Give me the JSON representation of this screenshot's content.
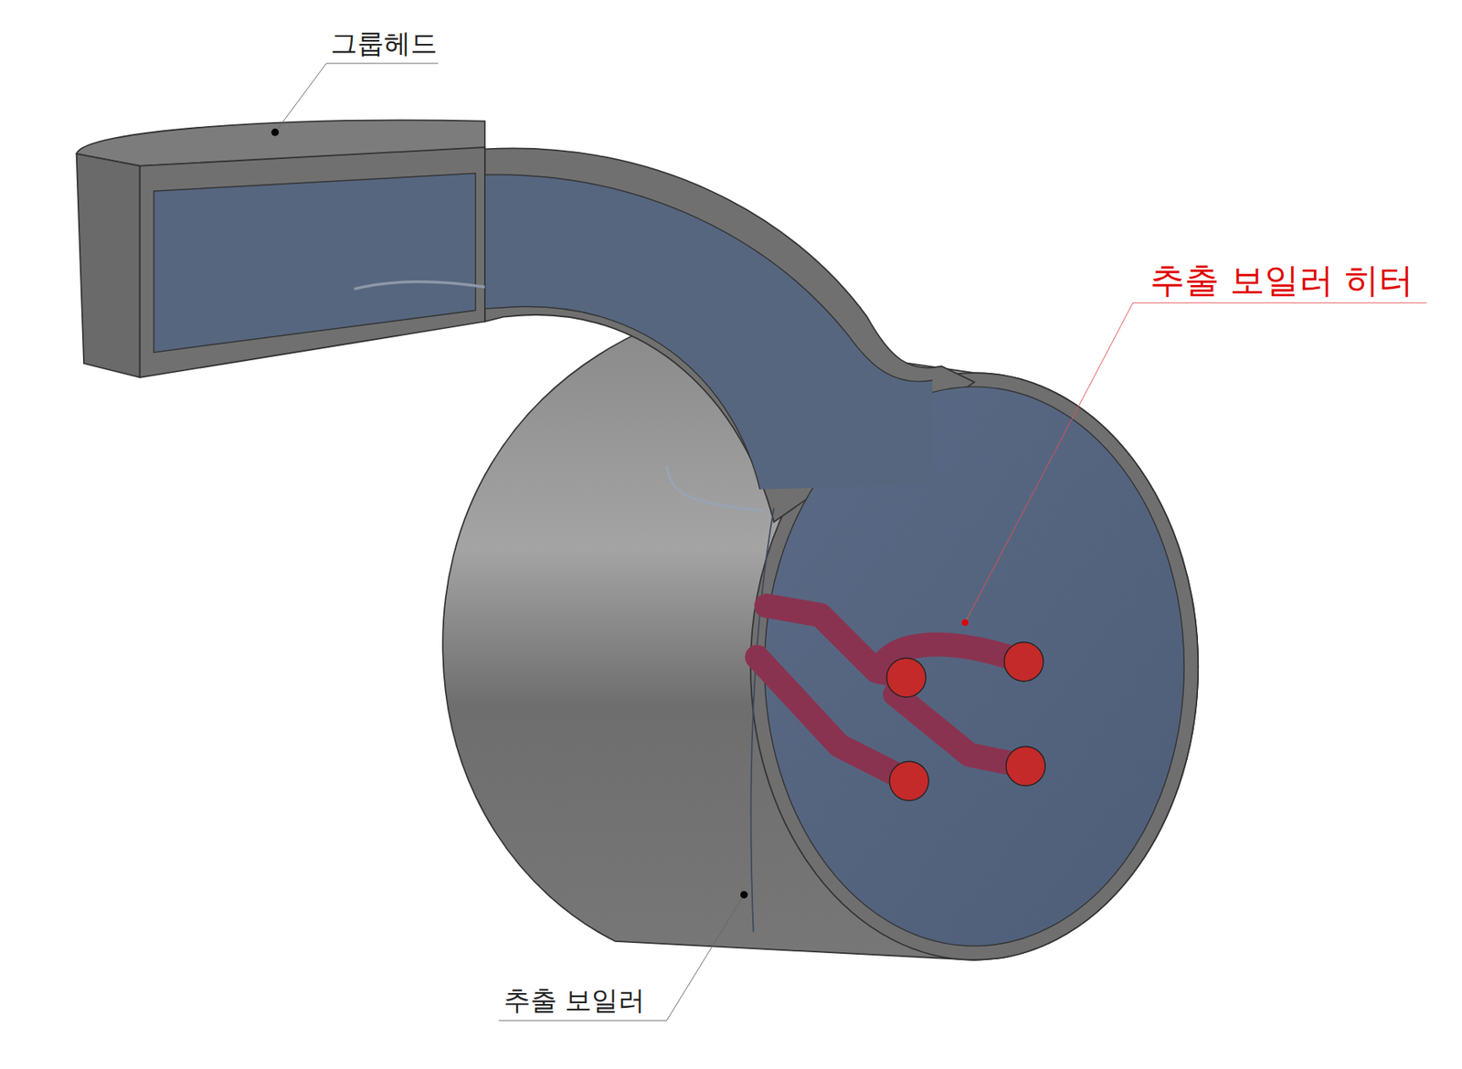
{
  "diagram": {
    "labels": [
      "그룹헤드",
      "추출 보일러 히터",
      "추출 보일러"
    ]
  }
}
